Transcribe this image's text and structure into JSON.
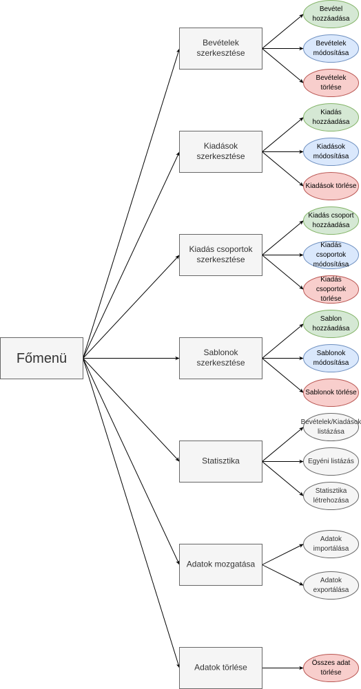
{
  "root": {
    "label": "Főmenü"
  },
  "colors": {
    "box_fill": "#f5f5f5",
    "box_stroke": "#666666",
    "add_fill": "#d5e8d4",
    "add_stroke": "#82b366",
    "edit_fill": "#dae8fc",
    "edit_stroke": "#6c8ebf",
    "delete_fill": "#f8cecc",
    "delete_stroke": "#b85450",
    "neutral_fill": "#f5f5f5",
    "neutral_stroke": "#666666"
  },
  "categories": [
    {
      "name": "bevetelek-szerkesztese",
      "lines": [
        "Bevételek",
        "szerkesztése"
      ],
      "actions": [
        {
          "name": "bevetel-hozzaadasa",
          "kind": "add",
          "lines": [
            "Bevétel",
            "hozzáadása"
          ]
        },
        {
          "name": "bevetelek-modositasa",
          "kind": "edit",
          "lines": [
            "Bevételek",
            "módosítása"
          ]
        },
        {
          "name": "bevetelek-torlese",
          "kind": "delete",
          "lines": [
            "Bevételek",
            "törlése"
          ]
        }
      ]
    },
    {
      "name": "kiadasok-szerkesztese",
      "lines": [
        "Kiadások",
        "szerkesztése"
      ],
      "actions": [
        {
          "name": "kiadas-hozzaadasa",
          "kind": "add",
          "lines": [
            "Kiadás",
            "hozzáadása"
          ]
        },
        {
          "name": "kiadasok-modositasa",
          "kind": "edit",
          "lines": [
            "Kiadások",
            "módosítása"
          ]
        },
        {
          "name": "kiadasok-torlese",
          "kind": "delete",
          "lines": [
            "Kiadások törlése"
          ]
        }
      ]
    },
    {
      "name": "kiadas-csoportok-szerkesztese",
      "lines": [
        "Kiadás csoportok",
        "szerkesztése"
      ],
      "actions": [
        {
          "name": "kiadas-csoport-hozzaadasa",
          "kind": "add",
          "lines": [
            "Kiadás csoport",
            "hozzáadása"
          ]
        },
        {
          "name": "kiadas-csoportok-modositasa",
          "kind": "edit",
          "lines": [
            "Kiadás",
            "csoportok",
            "módosítása"
          ]
        },
        {
          "name": "kiadas-csoportok-torlese",
          "kind": "delete",
          "lines": [
            "Kiadás",
            "csoportok",
            "törlése"
          ]
        }
      ]
    },
    {
      "name": "sablonok-szerkesztese",
      "lines": [
        "Sablonok",
        "szerkesztése"
      ],
      "actions": [
        {
          "name": "sablon-hozzaadasa",
          "kind": "add",
          "lines": [
            "Sablon",
            "hozzáadása"
          ]
        },
        {
          "name": "sablonok-modositasa",
          "kind": "edit",
          "lines": [
            "Sablonok",
            "módosítása"
          ]
        },
        {
          "name": "sablonok-torlese",
          "kind": "delete",
          "lines": [
            "Sablonok törlése"
          ]
        }
      ]
    },
    {
      "name": "statisztika",
      "lines": [
        "Statisztika"
      ],
      "actions": [
        {
          "name": "bevetelek-kiadasok-listazasa",
          "kind": "neutral",
          "lines": [
            "Bevételek/Kiadások",
            "listázása"
          ]
        },
        {
          "name": "egyeni-listazas",
          "kind": "neutral",
          "lines": [
            "Egyéni listázás"
          ]
        },
        {
          "name": "statisztika-letrehozasa",
          "kind": "neutral",
          "lines": [
            "Statisztika",
            "létrehozása"
          ]
        }
      ]
    },
    {
      "name": "adatok-mozgatasa",
      "lines": [
        "Adatok mozgatása"
      ],
      "actions": [
        {
          "name": "adatok-importalasa",
          "kind": "neutral",
          "lines": [
            "Adatok",
            "importálása"
          ]
        },
        {
          "name": "adatok-exportalasa",
          "kind": "neutral",
          "lines": [
            "Adatok",
            "exportálása"
          ]
        }
      ]
    },
    {
      "name": "adatok-torlese",
      "lines": [
        "Adatok törlése"
      ],
      "actions": [
        {
          "name": "osszes-adat-torlese",
          "kind": "delete",
          "lines": [
            "Összes adat",
            "törlése"
          ]
        }
      ]
    }
  ]
}
